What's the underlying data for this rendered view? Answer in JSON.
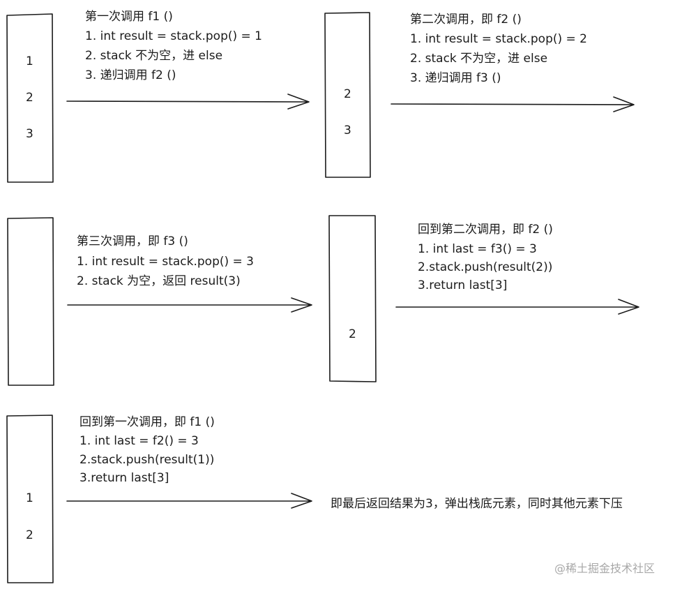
{
  "colors": {
    "ink": "#1b1b1b",
    "background": "#ffffff",
    "watermark": "#a8a8a8"
  },
  "steps": [
    {
      "title": "第一次调用 f1 ()",
      "lines": [
        "1. int result = stack.pop() = 1",
        "2. stack 不为空，进 else",
        "3. 递归调用 f2 ()"
      ]
    },
    {
      "title": "第二次调用，即 f2 ()",
      "lines": [
        "1. int result = stack.pop() = 2",
        "2. stack 不为空，进 else",
        "3. 递归调用 f3 ()"
      ]
    },
    {
      "title": "第三次调用，即 f3 ()",
      "lines": [
        "1. int result = stack.pop() = 3",
        "2. stack 为空，返回 result(3)"
      ]
    },
    {
      "title": "回到第二次调用，即 f2 ()",
      "lines": [
        "1. int last = f3() = 3",
        "2.stack.push(result(2))",
        "3.return last[3]"
      ]
    },
    {
      "title": "回到第一次调用，即 f1 ()",
      "lines": [
        "1. int last = f2() = 3",
        "2.stack.push(result(1))",
        "3.return last[3]"
      ]
    }
  ],
  "stacks": [
    {
      "items": [
        "1",
        "2",
        "3"
      ]
    },
    {
      "items": [
        "2",
        "3"
      ]
    },
    {
      "items": []
    },
    {
      "items": [
        "2"
      ]
    },
    {
      "items": [
        "1",
        "2"
      ]
    }
  ],
  "conclusion": "即最后返回结果为3，弹出栈底元素，同时其他元素下压",
  "watermark": "@稀土掘金技术社区"
}
